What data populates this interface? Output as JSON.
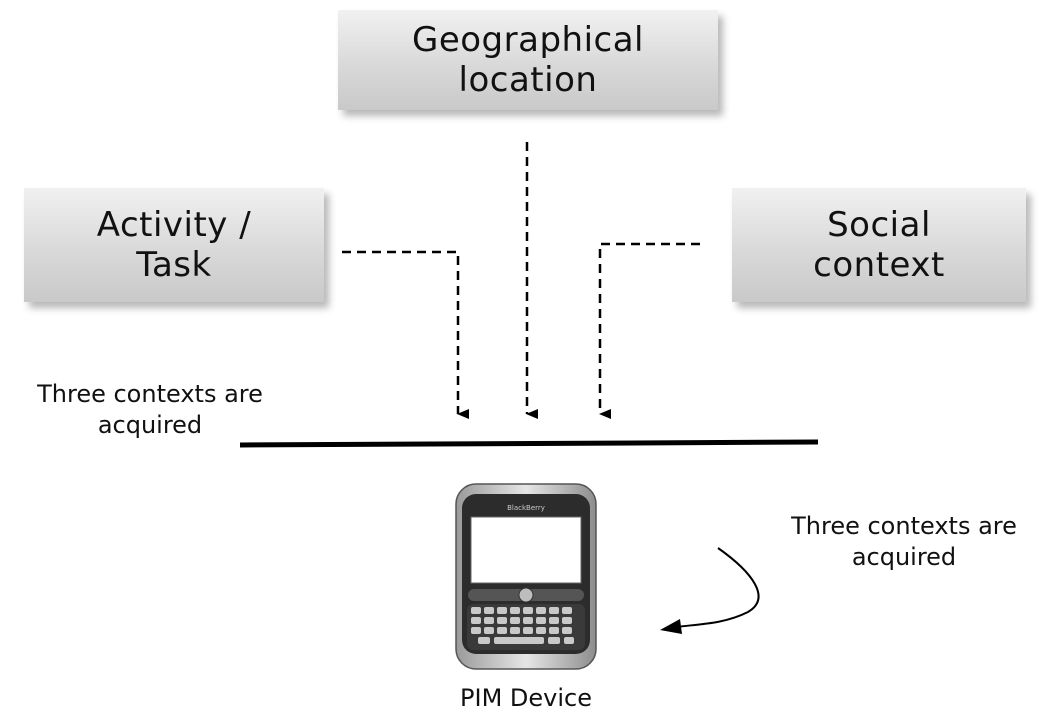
{
  "diagram": {
    "nodes": {
      "geo": "Geographical\nlocation",
      "activity": "Activity /\nTask",
      "social": "Social\ncontext"
    },
    "labels": {
      "left_note": "Three contexts are\nacquired",
      "right_note": "Three contexts are\nacquired",
      "device": "PIM Device",
      "phone_brand": "BlackBerry"
    },
    "icons": {
      "device": "smartphone-icon"
    }
  }
}
